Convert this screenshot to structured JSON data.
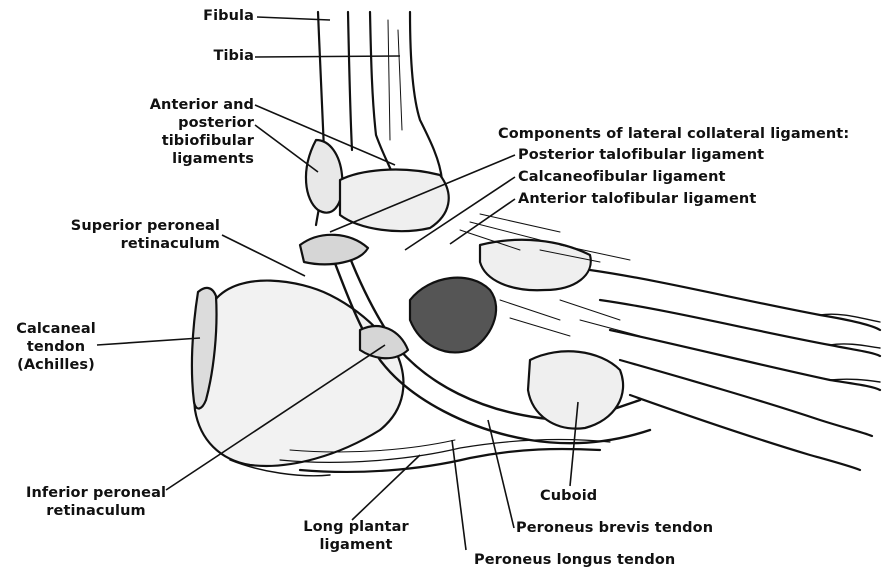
{
  "labels": {
    "fibula": "Fibula",
    "tibia": "Tibia",
    "tibiofibular": [
      "Anterior and",
      "posterior",
      "tibiofibular",
      "ligaments"
    ],
    "lateral_collateral_heading": "Components of lateral collateral ligament:",
    "posterior_talofibular": "Posterior talofibular ligament",
    "calcaneofibular": "Calcaneofibular ligament",
    "anterior_talofibular": "Anterior talofibular ligament",
    "superior_retinaculum": [
      "Superior peroneal",
      "retinaculum"
    ],
    "calcaneal_tendon": [
      "Calcaneal",
      "tendon",
      "(Achilles)"
    ],
    "inferior_retinaculum": [
      "Inferior peroneal",
      "retinaculum"
    ],
    "long_plantar": [
      "Long plantar",
      "ligament"
    ],
    "cuboid": "Cuboid",
    "peroneus_brevis": "Peroneus brevis tendon",
    "peroneus_longus": "Peroneus longus tendon"
  },
  "colors": {
    "ink": "#111111",
    "paper": "#ffffff",
    "shade": "#6a6a6a"
  }
}
